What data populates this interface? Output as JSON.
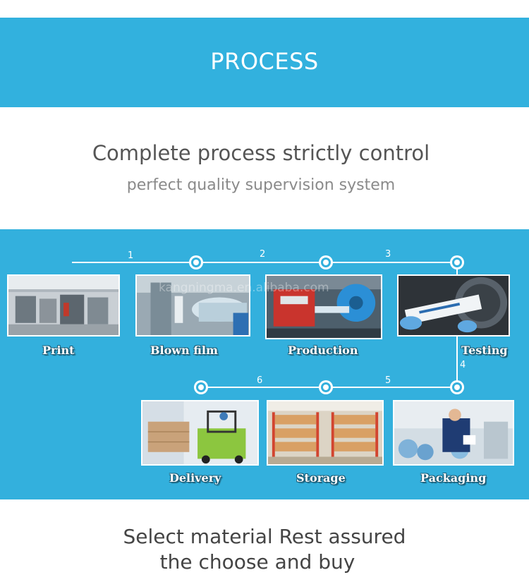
{
  "header": {
    "title": "PROCESS"
  },
  "intro": {
    "headline": "Complete process strictly control",
    "subheadline": "perfect quality supervision system"
  },
  "process": {
    "step_numbers": [
      "1",
      "2",
      "3",
      "4",
      "5",
      "6"
    ],
    "steps": [
      {
        "label": "Print"
      },
      {
        "label": "Blown film"
      },
      {
        "label": "Production"
      },
      {
        "label": "Testing"
      },
      {
        "label": "Packaging"
      },
      {
        "label": "Storage"
      },
      {
        "label": "Delivery"
      }
    ],
    "watermark": "kangningma.en.alibaba.com"
  },
  "footer": {
    "line1": "Select material Rest assured",
    "line2": "the choose and buy"
  },
  "colors": {
    "band": "#32b1de",
    "heading_text": "#555555",
    "subheading_text": "#8a8a8a"
  }
}
